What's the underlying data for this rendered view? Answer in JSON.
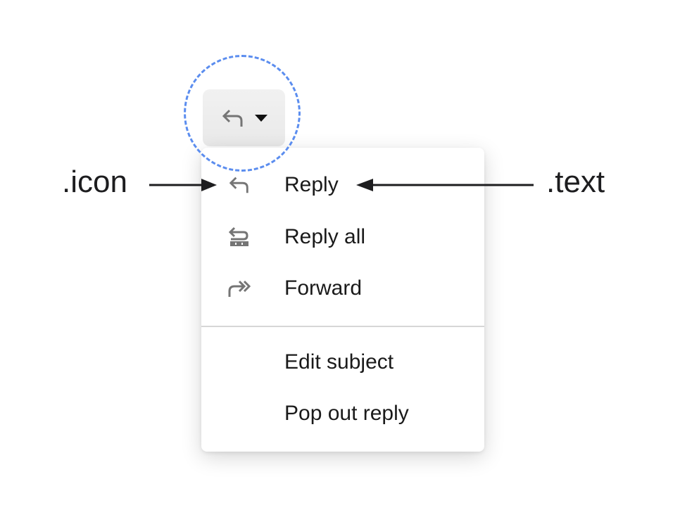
{
  "button": {
    "icon": "reply-icon",
    "caret": "caret-down-icon"
  },
  "menu": {
    "items": [
      {
        "label": "Reply",
        "icon": "reply-icon"
      },
      {
        "label": "Reply all",
        "icon": "reply-all-icon"
      },
      {
        "label": "Forward",
        "icon": "forward-icon"
      },
      {
        "label": "Edit subject",
        "icon": null
      },
      {
        "label": "Pop out reply",
        "icon": null
      }
    ]
  },
  "annotations": {
    "left": ".icon",
    "right": ".text"
  },
  "colors": {
    "focus_ring": "#5b8def",
    "icon_gray": "#757575",
    "arrow": "#1d1d1f"
  }
}
